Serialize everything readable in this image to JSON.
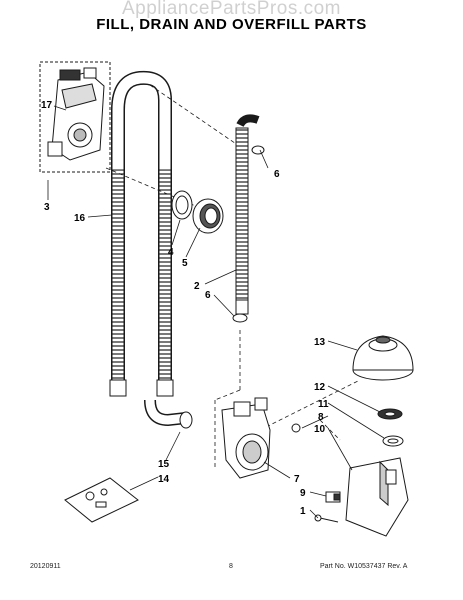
{
  "watermark": "AppliancePartsPros.com",
  "title": "FILL, DRAIN AND OVERFILL PARTS",
  "callouts": [
    "17",
    "3",
    "16",
    "4",
    "5",
    "2",
    "6",
    "6",
    "15",
    "14",
    "13",
    "12",
    "11",
    "8",
    "10",
    "7",
    "9",
    "1"
  ],
  "footer": {
    "date": "20120911",
    "page": "8",
    "part_number": "Part No. W10537437  Rev. A"
  },
  "colors": {
    "ink": "#1a1a1a",
    "shade": "#555555",
    "fill": "#ffffff"
  }
}
